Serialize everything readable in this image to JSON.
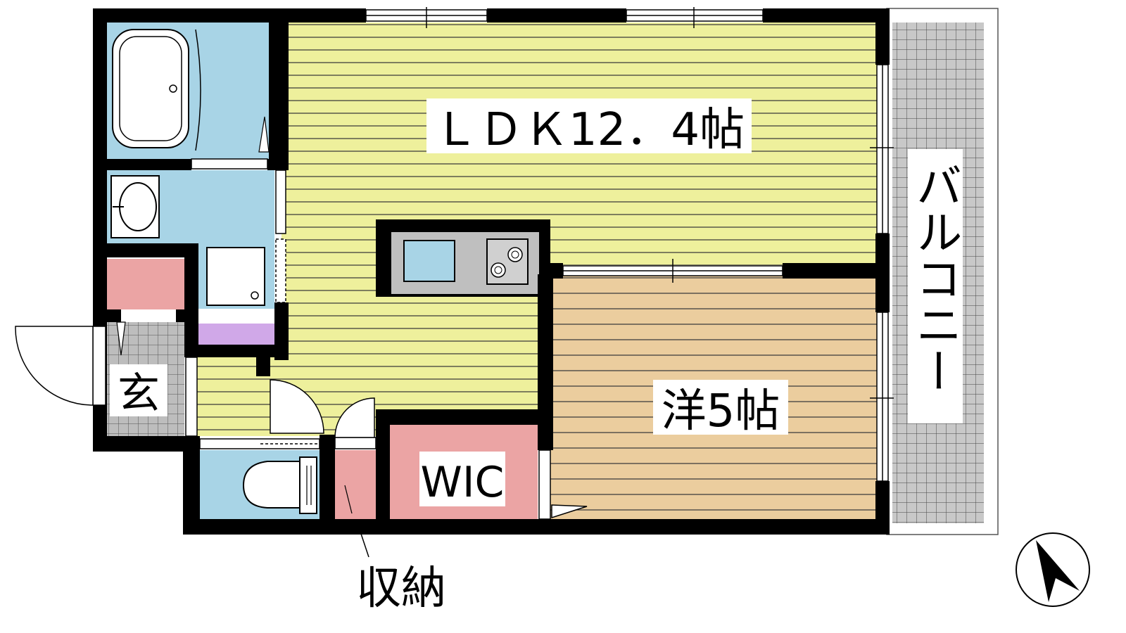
{
  "rooms": {
    "ldk": "ＬＤＫ12．4帖",
    "western": "洋5帖",
    "wic": "WIC",
    "entrance": "玄",
    "balcony": "バルコニー",
    "storage": "収納"
  },
  "colors": {
    "wall": "#000000",
    "ldk_floor": "#eef09c",
    "western_floor": "#ebcd9e",
    "water_area": "#a8d4e6",
    "storage_pink": "#eba4a4",
    "shoe_purple": "#d0a8e8",
    "tile_gray": "#c8c8c8",
    "kitchen_gray": "#bfbfbf"
  },
  "icons": {
    "compass": "north-arrow-icon",
    "bathtub": "bathtub-icon",
    "sink": "washbasin-icon",
    "toilet": "toilet-icon",
    "stove": "stove-icon"
  }
}
